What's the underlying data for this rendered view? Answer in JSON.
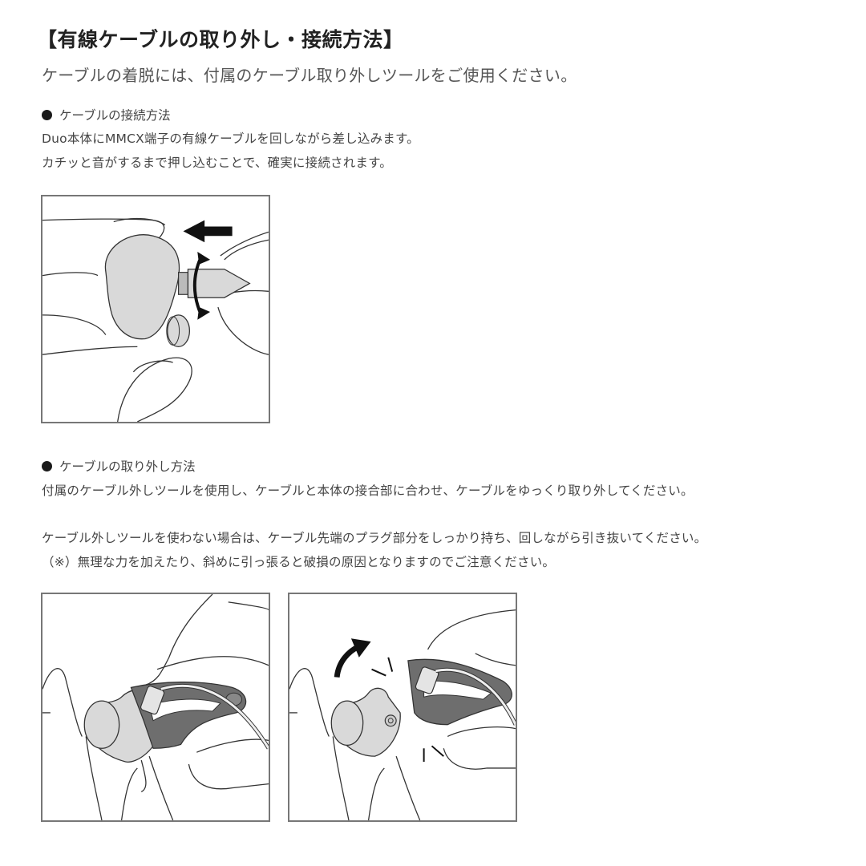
{
  "header": {
    "title": "【有線ケーブルの取り外し・接続方法】",
    "subtitle": "ケーブルの着脱には、付属のケーブル取り外しツールをご使用ください。"
  },
  "sections": [
    {
      "heading": "ケーブルの接続方法",
      "bullet_icon": "filled-circle",
      "lines": [
        "Duo本体にMMCX端子の有線ケーブルを回しながら差し込みます。",
        "カチッと音がするまで押し込むことで、確実に接続されます。"
      ],
      "figures": [
        {
          "name": "connect-illustration",
          "description": "Fingers holding earphone, cable plug inserted with left arrow and rotation arrow"
        }
      ]
    },
    {
      "heading": "ケーブルの取り外し方法",
      "bullet_icon": "filled-circle",
      "lines": [
        "付属のケーブル外しツールを使用し、ケーブルと本体の接合部に合わせ、ケーブルをゆっくり取り外してください。",
        "",
        "ケーブル外しツールを使わない場合は、ケーブル先端のプラグ部分をしっかり持ち、回しながら引き抜いてください。",
        "（※）無理な力を加えたり、斜めに引っ張ると破損の原因となりますのでご注意ください。"
      ],
      "figures": [
        {
          "name": "removal-tool-attached-illustration",
          "description": "Removal tool clamped onto earphone joint"
        },
        {
          "name": "removal-tool-detached-illustration",
          "description": "Earphone rotated away from tool with curved arrow"
        }
      ]
    }
  ],
  "colors": {
    "title": "#222222",
    "text": "#444444",
    "figure_border": "#777777",
    "earphone_fill": "#d9d9d9",
    "tool_fill": "#6e6e6e"
  }
}
